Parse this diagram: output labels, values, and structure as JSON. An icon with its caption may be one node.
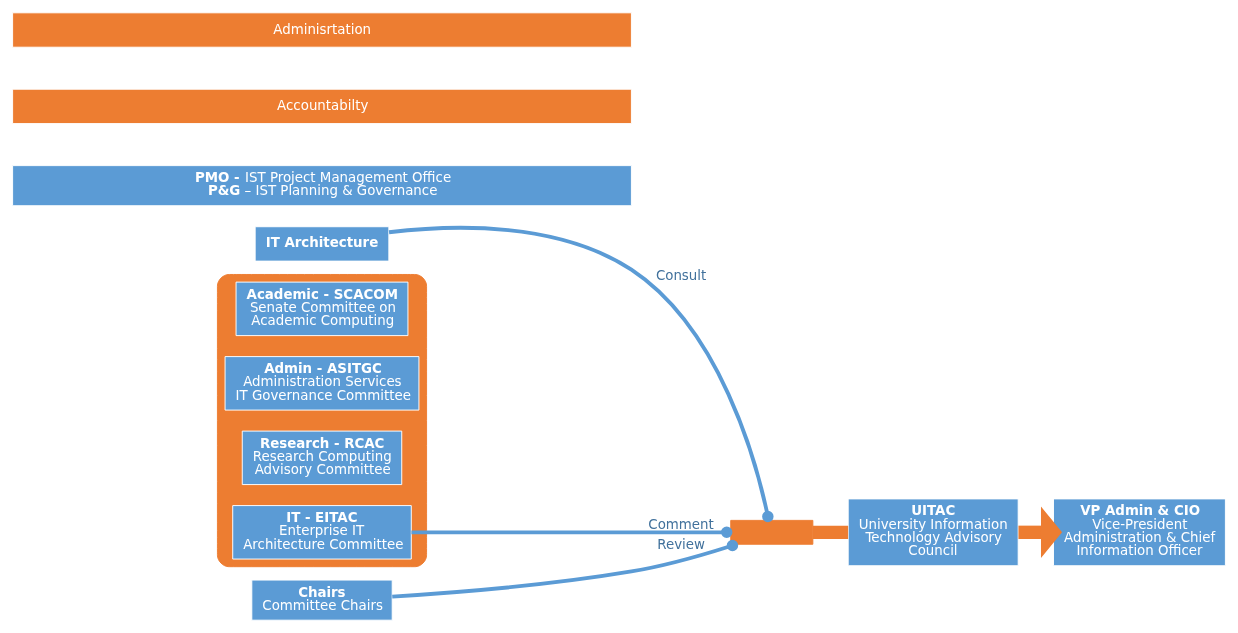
{
  "diagram": {
    "nodes": [
      {
        "text": [
          "IT Architecture"
        ]
      },
      {
        "text": [],
        "shape": "box"
      },
      {
        "text": [
          "Academic - SCACOM",
          "Senate Committee on Academic Computing"
        ],
        "in": 1
      },
      {
        "text": [
          "Admin - ASITGC",
          "Administration Services IT Governance Committee"
        ],
        "in": 1
      },
      {
        "text": [
          "Research - RCAC",
          "Research Computing Advisory Committee"
        ],
        "in": 1
      },
      {
        "text": [
          "IT - EITAC",
          "Enterprise IT Architecture Committee"
        ],
        "in": 1
      },
      {
        "text": [
          "Chairs",
          "Committee Chairs"
        ]
      },
      {
        "text": [
          "UITAC",
          "University Information Technology Advisory Council"
        ]
      },
      {
        "text": [
          "VP Admin & CIO",
          "Vice-President Administration & Chief Information Officer"
        ]
      },
      {
        "text": [],
        "shape": "bar"
      },
      {
        "text": [
          "Adminisrtation"
        ]
      },
      {
        "text": [
          "Accountabilty"
        ]
      },
      {
        "text": [
          "**PMO -** IST Project Management Office",
          "**P&G** – IST Planning & Governance"
        ]
      }
    ],
    "edges": [
      {
        "from": 0,
        "to": 9,
        "arrow": "other",
        "label": "Consult"
      },
      {
        "from": 6,
        "to": 9,
        "arrow": "other",
        "label": "Review"
      },
      {
        "from": 5,
        "to": 9,
        "arrow": "other",
        "label": "Comment"
      },
      {
        "from": 9,
        "to": 7,
        "arrow": "none",
        "style": "thick",
        "color": "#ed7d31"
      },
      {
        "from": 7,
        "to": 8,
        "arrow": "to",
        "style": "thick",
        "color": "#ed7d31"
      }
    ]
  }
}
